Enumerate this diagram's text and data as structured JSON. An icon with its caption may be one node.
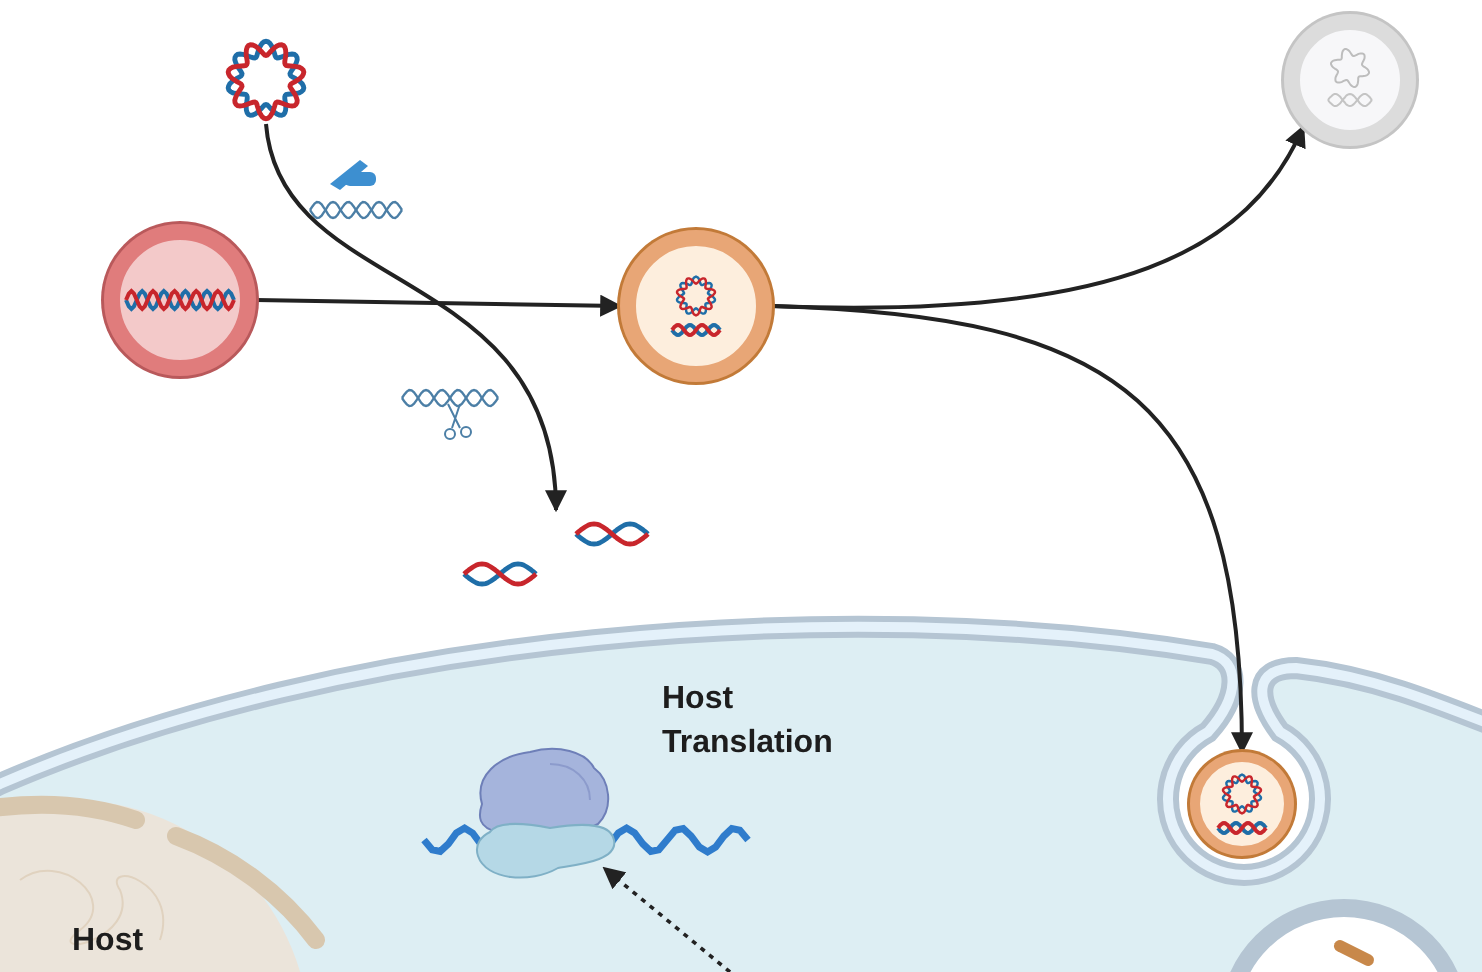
{
  "diagram": {
    "nodes": [
      {
        "text": [],
        "shape": "picture"
      },
      {
        "text": [],
        "shape": "circle"
      },
      {
        "text": [],
        "shape": "circle"
      },
      {
        "text": [],
        "shape": "circle"
      },
      {
        "text": [],
        "shape": "picture"
      },
      {
        "text": [],
        "shape": "circle"
      },
      {
        "text": [],
        "shape": "cloud"
      }
    ],
    "edges": [
      {
        "from": 0,
        "to": 4,
        "arrow": "to"
      },
      {
        "from": 1,
        "to": 2,
        "arrow": "to"
      },
      {
        "from": 2,
        "to": 3,
        "arrow": "to"
      },
      {
        "from": 2,
        "to": 5,
        "arrow": "to"
      },
      {
        "from": null,
        "to": 6,
        "arrow": "to",
        "style": "dashed"
      }
    ],
    "labels": [
      "Host Translation",
      "Host"
    ]
  }
}
